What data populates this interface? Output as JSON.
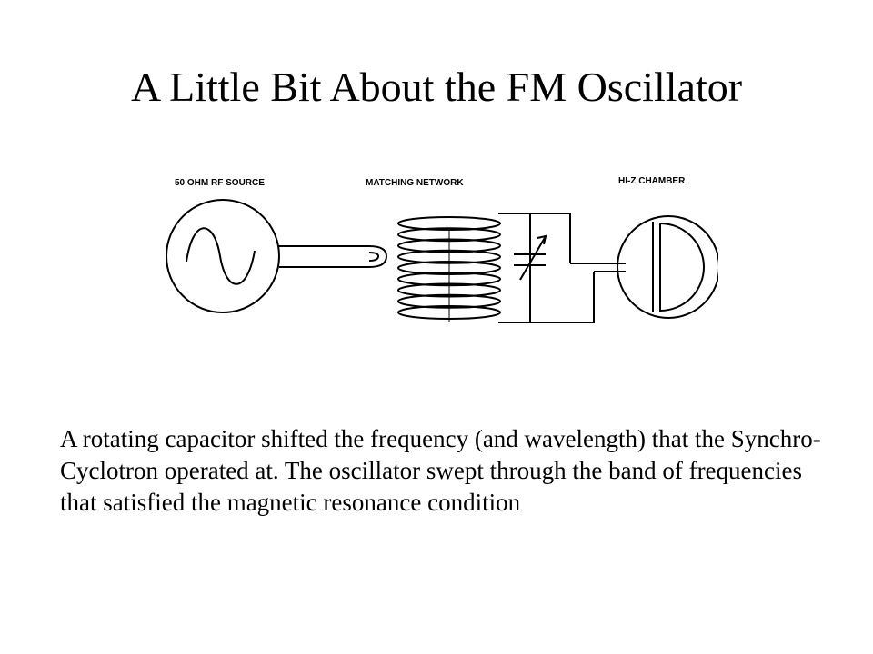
{
  "slide": {
    "title": "A Little Bit About the FM Oscillator",
    "body": "A rotating capacitor shifted the frequency (and wavelength) that the Synchro-Cyclotron operated at. The oscillator swept through the band of frequencies that satisfied the magnetic resonance condition"
  },
  "diagram": {
    "labels": {
      "source": "50 OHM RF SOURCE",
      "network": "MATCHING NETWORK",
      "chamber": "HI-Z CHAMBER"
    },
    "coil_turns": 9
  }
}
